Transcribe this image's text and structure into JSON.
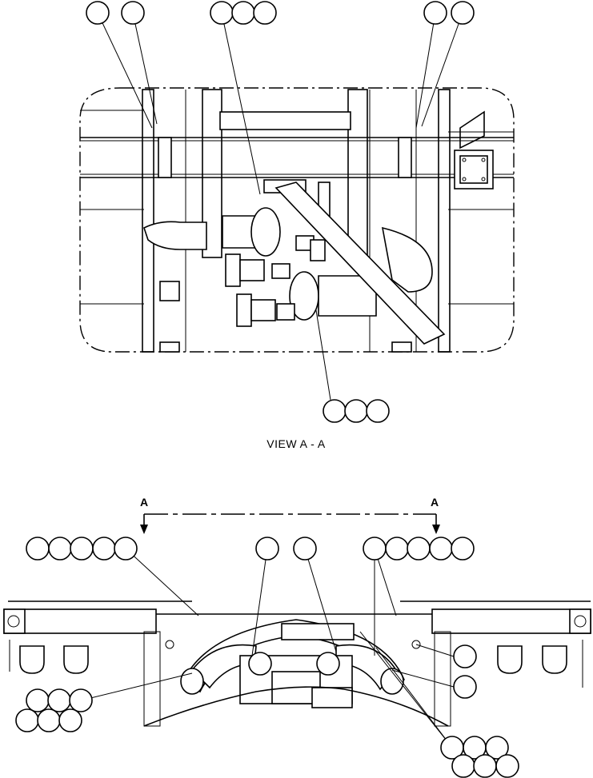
{
  "view_caption": "VIEW A - A",
  "section_marker_left": "A",
  "section_marker_right": "A",
  "callout_balloons": {
    "top_view": [
      {
        "group": "top-left-1",
        "count": 1
      },
      {
        "group": "top-left-2",
        "count": 1
      },
      {
        "group": "top-center",
        "count": 3
      },
      {
        "group": "top-right-1",
        "count": 1
      },
      {
        "group": "top-right-2",
        "count": 1
      },
      {
        "group": "bottom-center",
        "count": 3
      }
    ],
    "lower_view": [
      {
        "group": "upper-left",
        "count": 5
      },
      {
        "group": "upper-center-1",
        "count": 1
      },
      {
        "group": "upper-center-2",
        "count": 1
      },
      {
        "group": "upper-right",
        "count": 5
      },
      {
        "group": "right-1",
        "count": 1
      },
      {
        "group": "right-2",
        "count": 1
      },
      {
        "group": "lower-left-row1",
        "count": 3
      },
      {
        "group": "lower-left-row2",
        "count": 3
      },
      {
        "group": "lower-right-row1",
        "count": 3
      },
      {
        "group": "lower-right-row2",
        "count": 3
      }
    ]
  }
}
